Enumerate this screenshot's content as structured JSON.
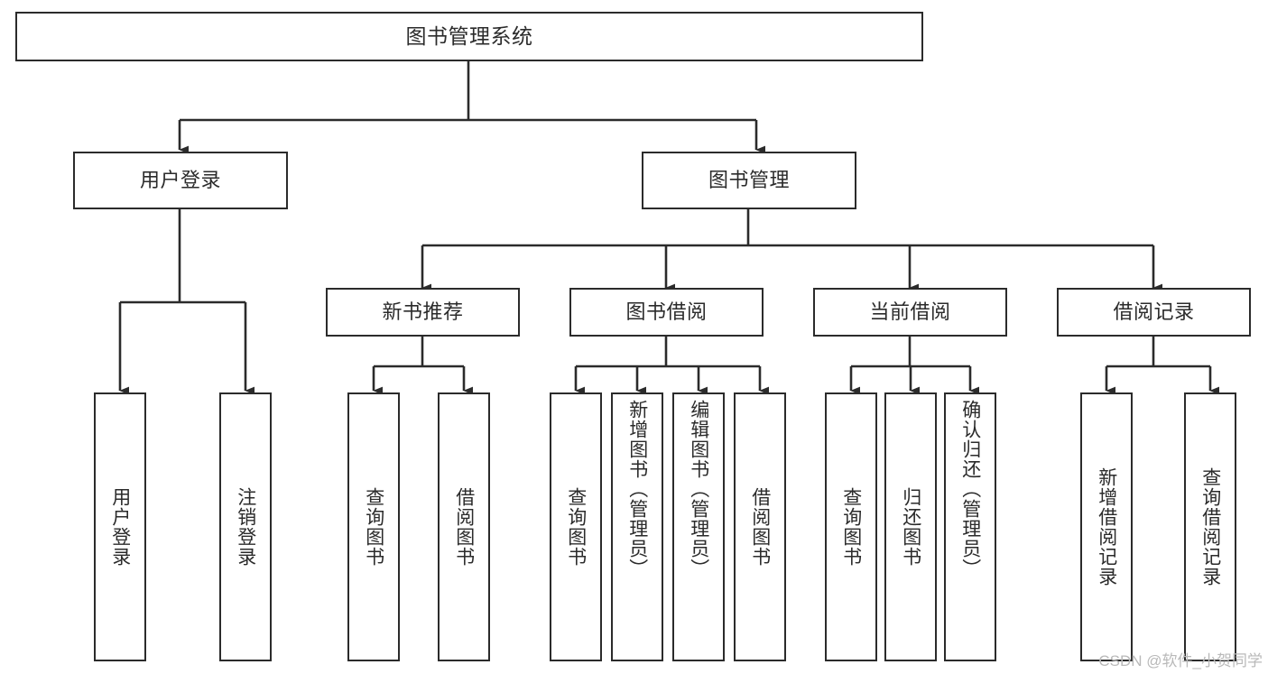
{
  "diagram": {
    "title": "图书管理系统",
    "background_color": "#ffffff",
    "line_color": "#2b2b2b",
    "box_fill": "#ffffff",
    "root": {
      "label": "图书管理系统"
    },
    "level2": [
      {
        "id": "user-login",
        "label": "用户登录"
      },
      {
        "id": "book-management",
        "label": "图书管理"
      }
    ],
    "level3": [
      {
        "id": "new-book-recommend",
        "label": "新书推荐"
      },
      {
        "id": "book-borrow",
        "label": "图书借阅"
      },
      {
        "id": "current-borrow",
        "label": "当前借阅"
      },
      {
        "id": "borrow-record",
        "label": "借阅记录"
      }
    ],
    "leaves": {
      "user_login": [
        {
          "id": "leaf-user-login",
          "label": "用户登录"
        },
        {
          "id": "leaf-logout-login",
          "label": "注销登录"
        }
      ],
      "new_book_recommend": [
        {
          "id": "leaf-query-book-1",
          "label": "查询图书"
        },
        {
          "id": "leaf-borrow-book-1",
          "label": "借阅图书"
        }
      ],
      "book_borrow": [
        {
          "id": "leaf-query-book-2",
          "label": "查询图书"
        },
        {
          "id": "leaf-add-book",
          "label": "新增图书（管理员）"
        },
        {
          "id": "leaf-edit-book",
          "label": "编辑图书（管理员）"
        },
        {
          "id": "leaf-borrow-book-2",
          "label": "借阅图书"
        }
      ],
      "current_borrow": [
        {
          "id": "leaf-query-book-3",
          "label": "查询图书"
        },
        {
          "id": "leaf-return-book",
          "label": "归还图书"
        },
        {
          "id": "leaf-confirm-return",
          "label": "确认归还（管理员）"
        }
      ],
      "borrow_record": [
        {
          "id": "leaf-add-borrow-record",
          "label": "新增借阅记录"
        },
        {
          "id": "leaf-query-borrow-record",
          "label": "查询借阅记录"
        }
      ]
    }
  },
  "watermark": {
    "text": "CSDN @软件_小贺同学"
  }
}
